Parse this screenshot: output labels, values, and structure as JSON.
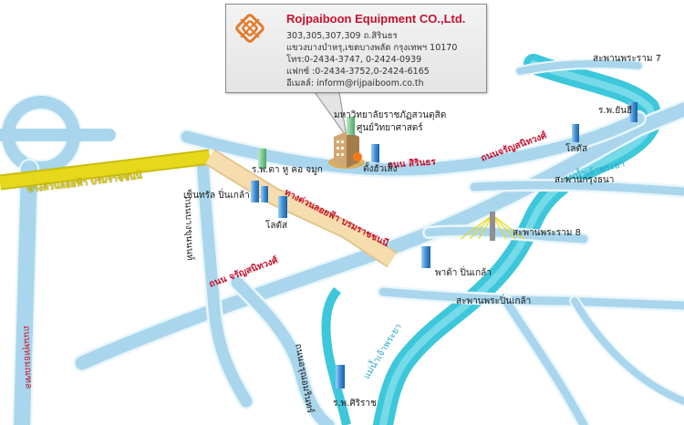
{
  "company": {
    "name": "Rojpaiboon Equipment CO.,Ltd.",
    "address_line1": "303,305,307,309 ถ.สิรินธร",
    "address_line2": "แขวงบางบำหรุ,เขตบางพลัด กรุงเทพฯ  10170",
    "phone": "โทร:0-2434-3747, 0-2424-0939",
    "fax": "แฟกซ์ :0-2434-3752,0-2424-6165",
    "email": "อีเมลล์: inform@rijpaiboom.co.th",
    "logo_icon": "rojpaiboon-logo-icon"
  },
  "roads": {
    "expressway_left": "ทางด่วนลอยฟ้า บรมราชชนนี",
    "expressway_mid": "ทางด่วนลอยฟ้า บรมราชชนนี",
    "sirindhorn": "ถนน สิรินธร",
    "charan_top": "ถนนจรัญสนิทวงศ์",
    "charan_bottom": "ถนน จรัญสนิทวงศ์",
    "bangkhun_non": "ถนนบางขุนนนท์",
    "arun_amarin": "ถนนอรุณอมรินทร์",
    "left_vertical": "ถนนพุทธมณฑล"
  },
  "rivers": {
    "chao_phraya_top": "แม่น้ำเจ้าพระยา",
    "chao_phraya_bottom": "แม่น้ำเจ้าพระยา"
  },
  "bridges": {
    "rama7": "สะพานพระราม 7",
    "krungthon": "สะพานกรุงธนา",
    "rama8": "สะพานพระราม 8",
    "pinklao": "สะพานพระปิ่นเกล้า"
  },
  "landmarks": {
    "university": "มหาวิทยาลัยราชภัฏสวนดุสิต",
    "university_sub": "ศูนย์วิทยาศาสตร์",
    "tang_hua_seng": "ตั้งฮั่วเส็ง",
    "hospital_yanhee": "ร.พ.ยันฮี",
    "lotus_top": "โลตัส",
    "hospital_jamook": "ร.พ.ตา หู คอ จมูก",
    "central_pinklao": "เซ็นทรัล ปิ่นเกล้า",
    "lotus_mid": "โลตัส",
    "pata_pinklao": "พาต้า ปิ่นเกล้า",
    "siriraj": "ร.พ.ศิริราช"
  },
  "colors": {
    "road": "#a9d6ec",
    "road_edge": "#e9f6fc",
    "river": "#3dc7da",
    "expressway_left": "#e6d81a",
    "expressway_mid": "#f6ddae",
    "building": "#3f8fd4",
    "accent_red": "#c8102e"
  }
}
